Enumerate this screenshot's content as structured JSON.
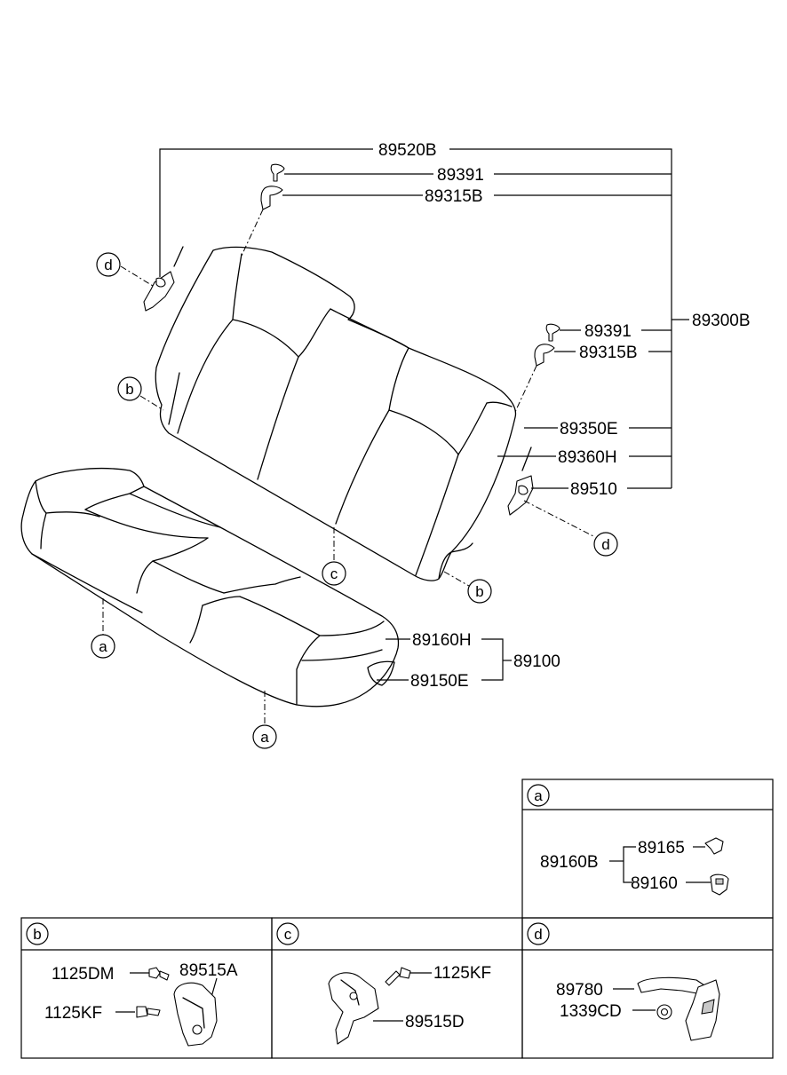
{
  "labels": {
    "p89520B": "89520B",
    "p89391_top": "89391",
    "p89315B_top": "89315B",
    "p89300B": "89300B",
    "p89391_right": "89391",
    "p89315B_right": "89315B",
    "p89350E": "89350E",
    "p89360H": "89360H",
    "p89510": "89510",
    "p89160H": "89160H",
    "p89150E": "89150E",
    "p89100": "89100"
  },
  "callouts": {
    "a": "a",
    "b": "b",
    "c": "c",
    "d": "d"
  },
  "detail_a": {
    "letter": "a",
    "p89160B": "89160B",
    "p89165": "89165",
    "p89160": "89160"
  },
  "detail_b": {
    "letter": "b",
    "p1125DM": "1125DM",
    "p89515A": "89515A",
    "p1125KF": "1125KF"
  },
  "detail_c": {
    "letter": "c",
    "p1125KF": "1125KF",
    "p89515D": "89515D"
  },
  "detail_d": {
    "letter": "d",
    "p89780": "89780",
    "p1339CD": "1339CD"
  }
}
